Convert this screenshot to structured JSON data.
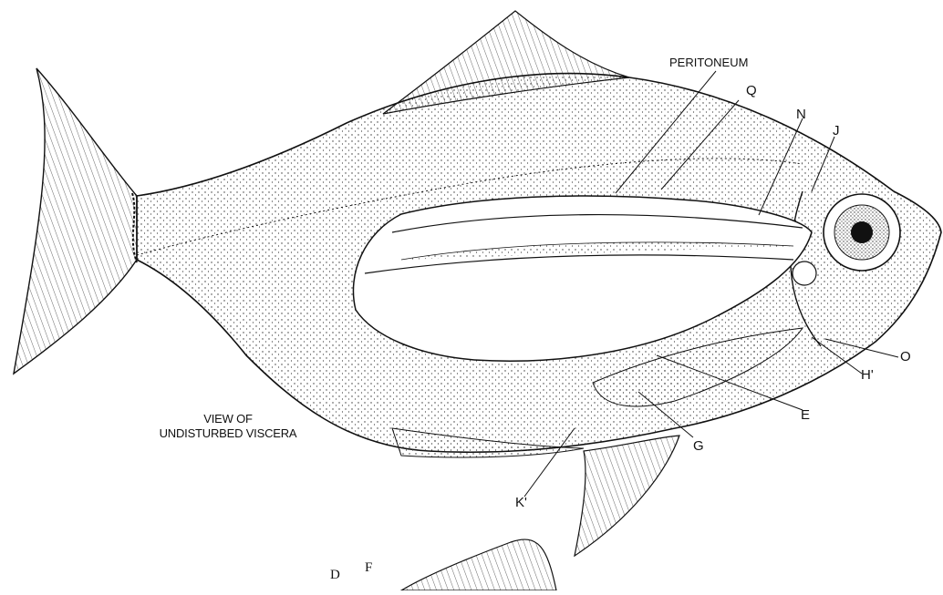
{
  "diagram": {
    "labels": {
      "peritoneum": "PERITONEUM",
      "q": "Q",
      "n": "N",
      "j": "J",
      "o": "O",
      "h_prime": "H'",
      "e": "E",
      "g": "G",
      "k_prime": "K'",
      "d": "D",
      "f": "F"
    },
    "caption": {
      "line1": "VIEW OF",
      "line2": "UNDISTURBED VISCERA"
    },
    "colors": {
      "ink": "#111111",
      "stipple": "#333333",
      "background": "#ffffff"
    }
  }
}
